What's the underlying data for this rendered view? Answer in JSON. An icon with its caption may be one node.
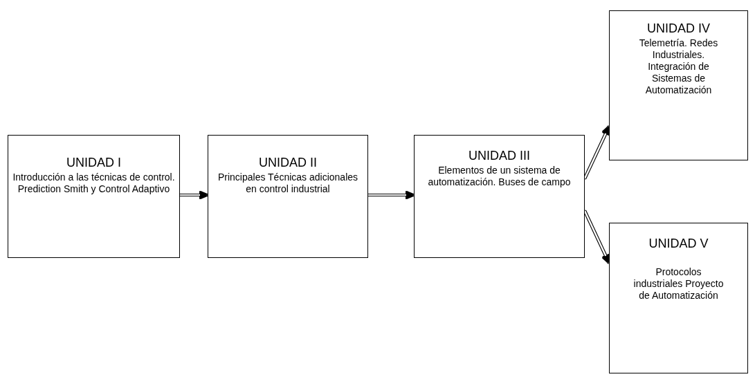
{
  "diagram": {
    "nodes": [
      {
        "text": [
          "UNIDAD I",
          "Introducción a las técnicas de control. Prediction Smith y Control Adaptivo"
        ]
      },
      {
        "text": [
          "UNIDAD II",
          "Principales Técnicas adicionales en control industrial"
        ]
      },
      {
        "text": [
          "UNIDAD III",
          "Elementos de un sistema de automatización. Buses de campo"
        ]
      },
      {
        "text": [
          "UNIDAD IV",
          "Telemetría. Redes Industriales. Integración de Sistemas de Automatización"
        ]
      },
      {
        "text": [
          "UNIDAD V",
          "Protocolos industriales Proyecto de Automatización"
        ]
      }
    ],
    "edges": [
      {
        "from": 0,
        "to": 1,
        "arrow": "to"
      },
      {
        "from": 1,
        "to": 2,
        "arrow": "to"
      },
      {
        "from": 2,
        "to": 3,
        "arrow": "to"
      },
      {
        "from": 2,
        "to": 4,
        "arrow": "to"
      }
    ]
  }
}
